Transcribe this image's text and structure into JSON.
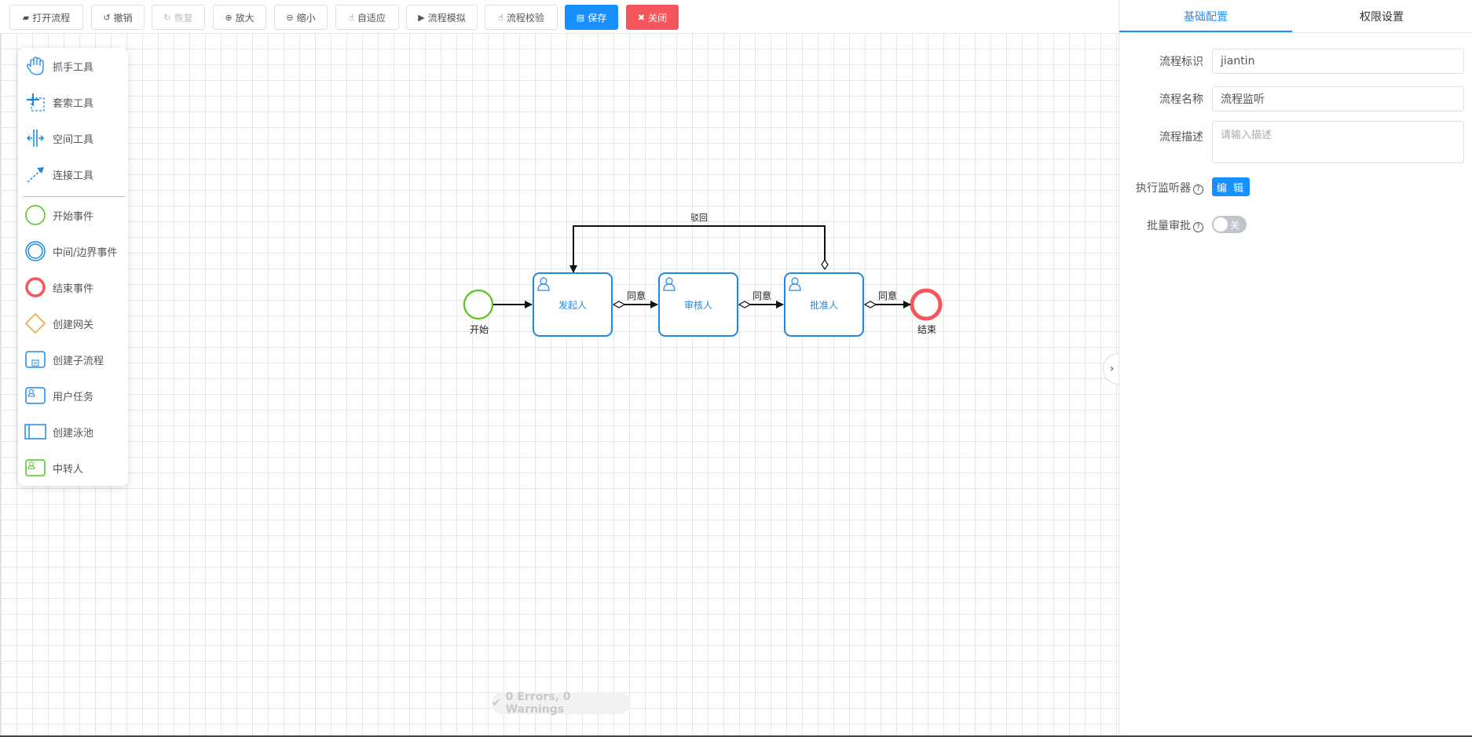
{
  "toolbar": {
    "open": "打开流程",
    "undo": "撤销",
    "redo": "恢复",
    "zoom_in": "放大",
    "zoom_out": "缩小",
    "fit": "自适应",
    "simulate": "流程模拟",
    "validate": "流程校验",
    "save": "保存",
    "close": "关闭"
  },
  "palette": {
    "hand": "抓手工具",
    "lasso": "套索工具",
    "space": "空间工具",
    "connect": "连接工具",
    "start_event": "开始事件",
    "intermediate_event": "中间/边界事件",
    "end_event": "结束事件",
    "gateway": "创建网关",
    "subprocess": "创建子流程",
    "user_task": "用户任务",
    "pool": "创建泳池",
    "transfer": "中转人"
  },
  "diagram": {
    "start_label": "开始",
    "end_label": "结束",
    "task1": "发起人",
    "task2": "审核人",
    "task3": "批准人",
    "flow1": "同意",
    "flow2": "同意",
    "flow3": "同意",
    "reject": "驳回"
  },
  "panel": {
    "tab_basic": "基础配置",
    "tab_perm": "权限设置",
    "key_label": "流程标识",
    "key_value": "jiantin",
    "name_label": "流程名称",
    "name_value": "流程监听",
    "desc_label": "流程描述",
    "desc_placeholder": "请输入描述",
    "listener_label": "执行监听器",
    "edit_button": "编 辑",
    "batch_label": "批量审批",
    "switch_text": "关"
  },
  "status": {
    "text": "0 Errors, 0 Warnings"
  },
  "colors": {
    "primary": "#1890ff",
    "danger": "#f5565b",
    "start_event": "#52c41a",
    "end_event": "#f5565b",
    "task_border": "#1e88e5",
    "gateway": "#f0a030"
  }
}
